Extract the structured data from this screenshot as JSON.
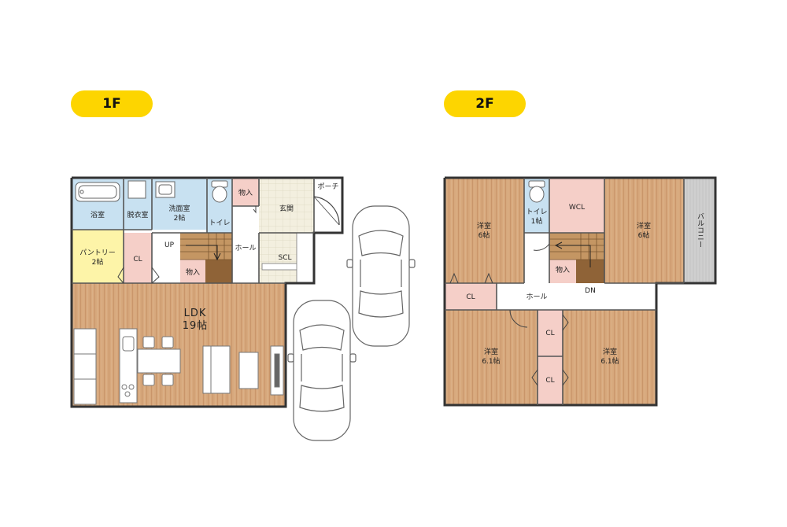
{
  "floors": [
    {
      "label": "1F"
    },
    {
      "label": "2F"
    }
  ],
  "first_floor": {
    "bath": "浴室",
    "dressing": "脱衣室",
    "washroom": "洗面室",
    "washroom_size": "2帖",
    "toilet": "トイレ",
    "storage_top": "物入",
    "entrance": "玄関",
    "porch": "ポーチ",
    "pantry": "パントリー",
    "pantry_size": "2帖",
    "closet": "CL",
    "stair_up": "UP",
    "storage_stair": "物入",
    "hall": "ホール",
    "shoe_closet": "SCL",
    "ldk": "LDK",
    "ldk_size": "19帖"
  },
  "second_floor": {
    "room_nw": "洋室",
    "room_nw_size": "6帖",
    "toilet": "トイレ",
    "toilet_size": "1帖",
    "wcl": "WCL",
    "room_ne": "洋室",
    "room_ne_size": "6帖",
    "balcony": "バルコニー",
    "storage": "物入",
    "closet_left": "CL",
    "hall": "ホール",
    "stair_down": "DN",
    "closet_mid_top": "CL",
    "closet_mid_bottom": "CL",
    "room_sw": "洋室",
    "room_sw_size": "6.1帖",
    "room_se": "洋室",
    "room_se_size": "6.1帖"
  }
}
